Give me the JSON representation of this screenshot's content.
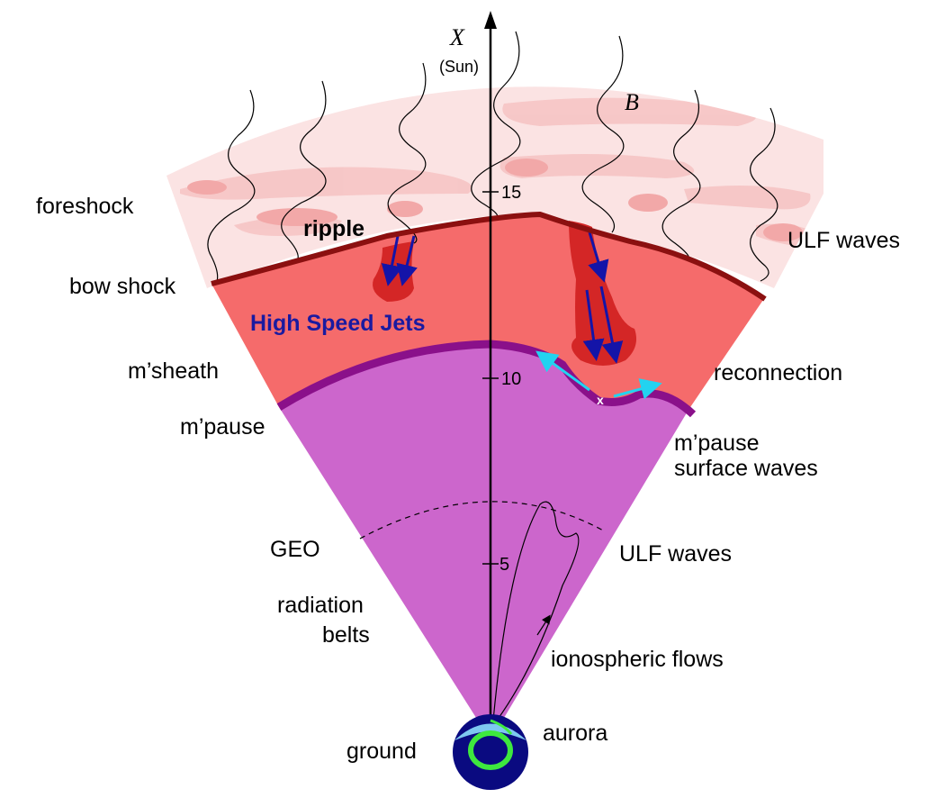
{
  "axis": {
    "variable": "X",
    "unit": "(Sun)",
    "ticks": [
      "15",
      "10",
      "5"
    ]
  },
  "field_label": "B",
  "labels": {
    "foreshock": "foreshock",
    "ripple": "ripple",
    "bow_shock": "bow shock",
    "high_speed_jets": "High Speed Jets",
    "msheath": "m’sheath",
    "mpause": "m’pause",
    "ulf_waves_top": "ULF waves",
    "reconnection": "reconnection",
    "mpause_surface_line1": "m’pause",
    "mpause_surface_line2": "surface  waves",
    "geo": "GEO",
    "ulf_waves_inner": "ULF waves",
    "radiation_line1": "radiation",
    "radiation_line2": "belts",
    "ionospheric_flows": "ionospheric flows",
    "aurora": "aurora",
    "ground": "ground",
    "reconnection_x": "x"
  },
  "colors": {
    "foreshock_bg": "#fbe3e3",
    "foreshock_patch": "#f4b7b7",
    "magnetosheath": "#f56b6b",
    "bow_shock_line": "#8b1010",
    "jet_fill": "#d42626",
    "jet_arrow": "#1414a8",
    "magnetosphere": "#cc66cc",
    "magnetopause_line": "#8a108a",
    "flow_arrow": "#22d3f0",
    "earth_outer": "#0a0a80",
    "earth_cap": "#7ec8f0",
    "aurora_ring": "#3ee83e"
  }
}
